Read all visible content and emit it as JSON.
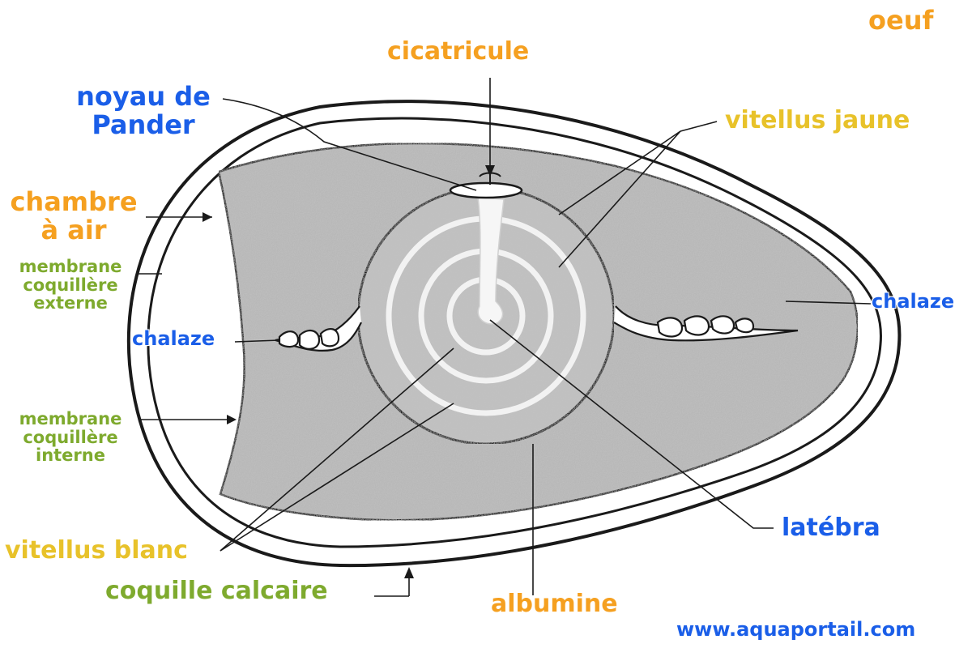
{
  "title": "oeuf",
  "labels": {
    "cicatricule": "cicatricule",
    "noyau_line1": "noyau de",
    "noyau_line2": "Pander",
    "vitellus_jaune": "vitellus jaune",
    "chambre_line1": "chambre",
    "chambre_line2": "à air",
    "membrane_ext_line1": "membrane",
    "membrane_ext_line2": "coquillère",
    "membrane_ext_line3": "externe",
    "chalaze_left": "chalaze",
    "chalaze_right": "chalaze",
    "membrane_int_line1": "membrane",
    "membrane_int_line2": "coquillère",
    "membrane_int_line3": "interne",
    "vitellus_blanc": "vitellus blanc",
    "coquille": "coquille calcaire",
    "latebra": "latébra",
    "albumine": "albumine"
  },
  "website": "www.aquaportail.com",
  "colors": {
    "orange": "#f5a020",
    "blue": "#1a5ee8",
    "yellow": "#e8c22a",
    "green": "#7eaa2e",
    "albumen_fill": "#b8b8b8",
    "yolk_fill": "#c0c0c0",
    "outline": "#1a1a1a"
  }
}
